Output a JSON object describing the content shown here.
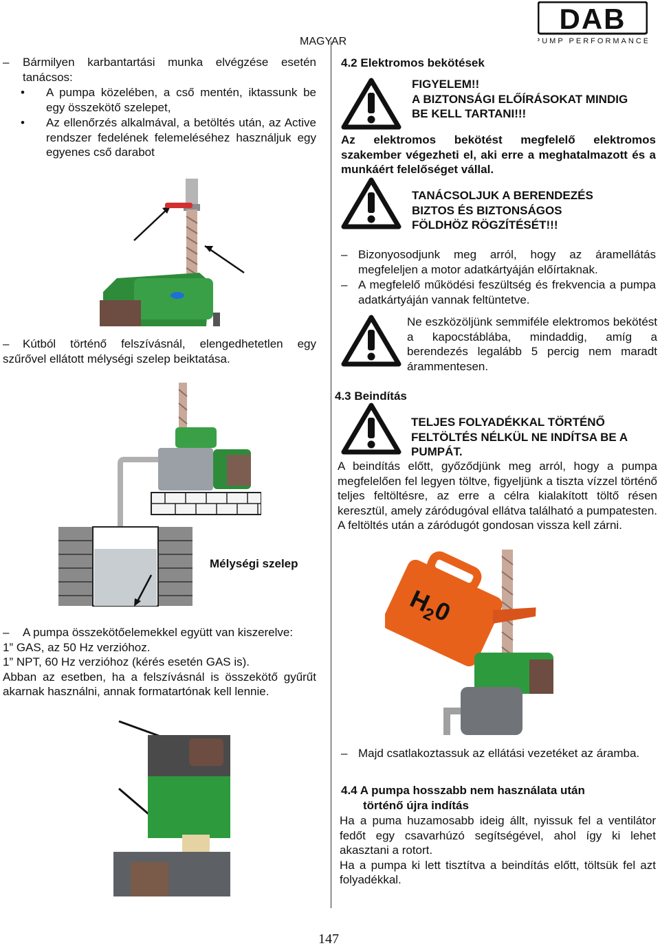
{
  "header": {
    "language": "MAGYAR",
    "logo_text": "DAB",
    "logo_subtext": "PUMP PERFORMANCE"
  },
  "left": {
    "intro_dash": "–",
    "intro_text": "Bármilyen karbantartási munka elvégzése esetén tanácsos:",
    "bullets": [
      "A pumpa közelében, a cső mentén, iktassunk be egy összekötő szelepet,",
      "Az ellenőrzés alkalmával, a betöltés után, az Active rendszer fedelének felemeléséhez használjuk egy egyenes cső darabot"
    ],
    "well_dash": "–",
    "well_text": "Kútból történő felszívásnál, elengedhetetlen egy szűrővel ellátott mélységi szelep beiktatása.",
    "foot_valve_label": "Mélységi szelep",
    "connectors_dash": "–",
    "connectors_text": "A pumpa összekötőelemekkel együtt van kiszerelve:",
    "connectors_lines": [
      "1” GAS, az 50 Hz verzióhoz.",
      "1” NPT, 60 Hz verzióhoz (kérés esetén GAS is).",
      "Abban az esetben, ha a felszívásnál is összekötő gyűrűt akarnak használni, annak formatartónak kell lennie."
    ]
  },
  "right": {
    "s42_title": "4.2 Elektromos bekötések",
    "warning1": [
      "FIGYELEM!!",
      "A BIZTONSÁGI ELŐÍRÁSOKAT MINDIG",
      "BE KELL TARTANI!!!"
    ],
    "electric_para": "Az elektromos bekötést megfelelő elektromos szakember végezheti el, aki erre a meghatalmazott és a munkáért felelőséget vállal.",
    "warning2": [
      "TANÁCSOLJUK A BERENDEZÉS",
      "BIZTOS ÉS BIZTONSÁGOS",
      "FÖLDHÖZ RÖGZÍTÉSÉT!!!"
    ],
    "checks": [
      "Bizonyosodjunk meg arról, hogy az áramellátás megfeleljen a motor adatkártyáján előírtaknak.",
      "A megfelelő működési feszültség és frekvencia a pumpa adatkártyáján vannak feltüntetve."
    ],
    "check_dash": "–",
    "warning3": "Ne eszközöljünk semmiféle elektromos bekötést a kapocstáblába, mindaddig, amíg a berendezés legalább 5 percig nem maradt árammentesen.",
    "s43_title": "4.3 Beindítás",
    "warning4": [
      "TELJES FOLYADÉKKAL TÖRTÉNŐ",
      "FELTÖLTÉS NÉLKÜL NE INDÍTSA BE A",
      "PUMPÁT."
    ],
    "start_para": "A beindítás előtt, győződjünk meg arról, hogy a pumpa megfelelően fel legyen töltve, figyeljünk a tiszta vízzel történő teljes feltöltésre, az erre a célra kialakított töltő résen keresztül, amely záródugóval ellátva található a pumpatesten. A feltöltés után a záródugót gondosan vissza kell zárni.",
    "can_label_main": "H",
    "can_label_sub": "2",
    "can_label_end": "0",
    "power_dash": "–",
    "power_text": "Majd csatlakoztassuk az ellátási vezetéket az áramba.",
    "s44_title_line1": "4.4 A pumpa hosszabb nem használata után",
    "s44_title_line2": "történő újra indítás",
    "restart_para1": "Ha a puma huzamosabb ideig állt, nyissuk fel a ventilátor fedőt egy csavarhúzó segítségével, ahol így ki lehet akasztani a rotort.",
    "restart_para2": "Ha a pumpa ki lett tisztítva a beindítás előtt, töltsük fel azt folyadékkal."
  },
  "footer": {
    "page_number": "147"
  }
}
